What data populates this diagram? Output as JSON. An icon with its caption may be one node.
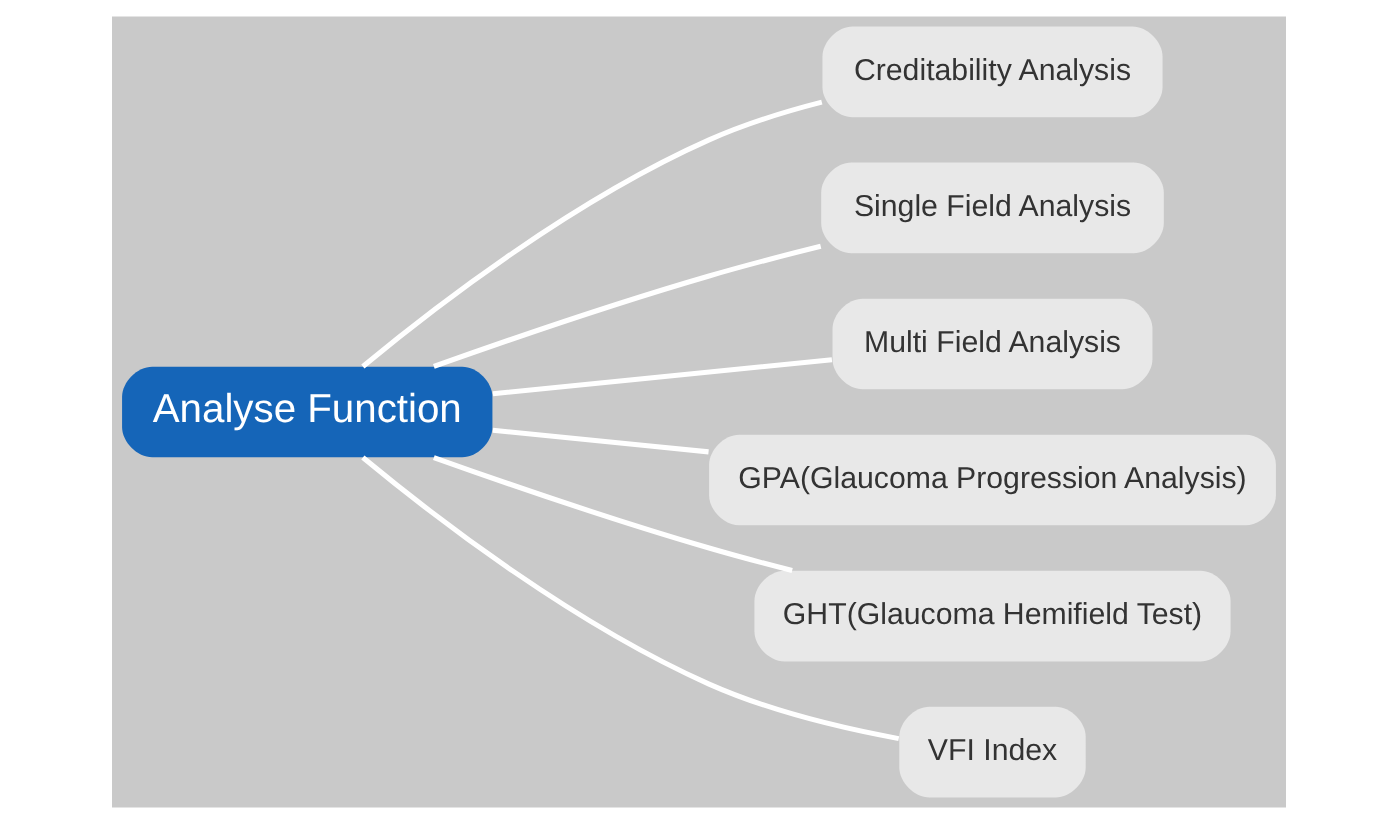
{
  "diagram": {
    "nodes": [
      {
        "text": [
          "Analyse Function"
        ]
      },
      {
        "text": [
          "Creditability Analysis"
        ]
      },
      {
        "text": [
          "Single Field Analysis"
        ]
      },
      {
        "text": [
          "Multi Field Analysis"
        ]
      },
      {
        "text": [
          "GPA(Glaucoma Progression Analysis)"
        ]
      },
      {
        "text": [
          "GHT(Glaucoma Hemifield Test)"
        ]
      },
      {
        "text": [
          "VFI Index"
        ]
      }
    ],
    "edges": [
      {
        "from": 0,
        "to": 1,
        "arrow": "none"
      },
      {
        "from": 0,
        "to": 2,
        "arrow": "none"
      },
      {
        "from": 0,
        "to": 3,
        "arrow": "none"
      },
      {
        "from": 0,
        "to": 4,
        "arrow": "none"
      },
      {
        "from": 0,
        "to": 5,
        "arrow": "none"
      },
      {
        "from": 0,
        "to": 6,
        "arrow": "none"
      }
    ]
  }
}
